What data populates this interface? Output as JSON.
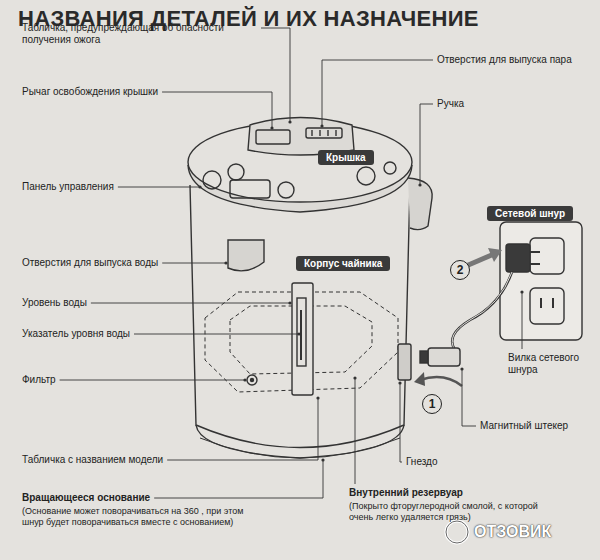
{
  "diagram": {
    "title": "НАЗВАНИЯ ДЕТАЛЕЙ И ИХ НАЗНАЧЕНИЕ",
    "nodes": [
      {
        "text": [
          "Крышка"
        ]
      },
      {
        "text": [
          "Сетевой шнур"
        ]
      },
      {
        "text": [
          "Корпус чайника"
        ]
      },
      {
        "text": [
          "2"
        ]
      },
      {
        "text": [
          "1"
        ]
      }
    ],
    "labels": [
      "Табличка, предупреждающая об опасности получения ожога",
      "Отверстия для выпуска пара",
      "Рычаг освобождения крышки",
      "Ручка",
      "Панель управления",
      "Отверстия для выпуска воды",
      "Уровень воды",
      "Указатель уровня воды",
      "Фильтр",
      "Вилка сетевого шнура",
      "Магнитный штекер",
      "Табличка с названием модели",
      "Гнездо",
      "Вращающееся основание",
      "(Основание может поворачиваться на 360 , при этом шнур будет поворачиваться вместе с основанием)",
      "Внутренний резервуар",
      "(Покрыто фторуглеродной смолой, с которой очень легко удаляется грязь)",
      "ОТЗОВИК"
    ]
  }
}
